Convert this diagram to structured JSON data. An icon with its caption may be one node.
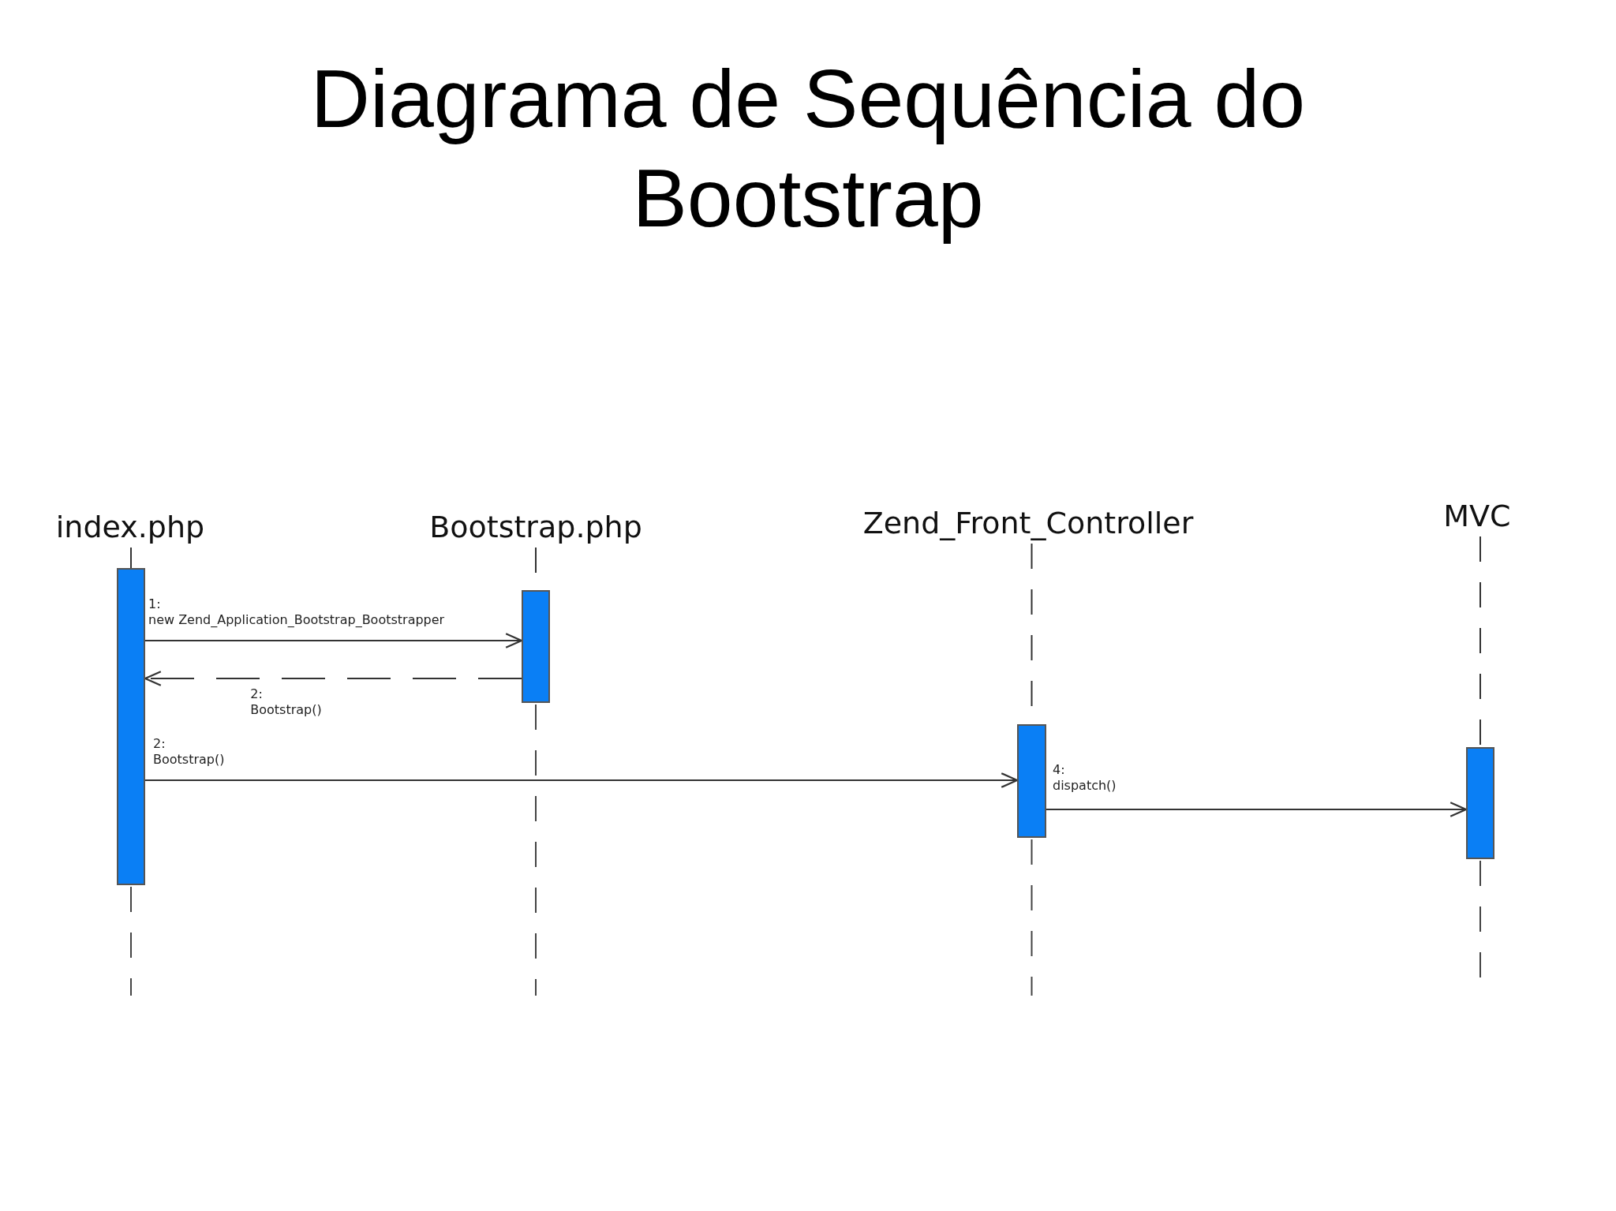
{
  "diagram": {
    "title": "Diagrama de Sequência do Bootstrap",
    "nodes": [
      {
        "text": [
          "index.php"
        ]
      },
      {
        "text": [
          "Bootstrap.php"
        ]
      },
      {
        "text": [
          "Zend_Front_Controller"
        ]
      },
      {
        "text": [
          "MVC"
        ]
      },
      {
        "text": [],
        "shape": "bar"
      },
      {
        "text": [],
        "shape": "bar"
      },
      {
        "text": [],
        "shape": "bar"
      },
      {
        "text": [],
        "shape": "bar"
      }
    ],
    "edges": [
      {
        "from": 0,
        "to": 4,
        "arrow": "none",
        "style": "dashed"
      },
      {
        "from": 1,
        "to": 5,
        "arrow": "none",
        "style": "dashed"
      },
      {
        "from": 2,
        "to": 6,
        "arrow": "none",
        "style": "dashed"
      },
      {
        "from": 3,
        "to": 7,
        "arrow": "none",
        "style": "dashed"
      },
      {
        "from": 4,
        "to": 5,
        "arrow": "to",
        "label": "1: new Zend_Application_Bootstrap_Bootstrapper"
      },
      {
        "from": 5,
        "to": 4,
        "arrow": "to",
        "style": "dashed",
        "label": "2: Bootstrap()"
      },
      {
        "from": 4,
        "to": 6,
        "arrow": "to",
        "label": "2: Bootstrap()"
      },
      {
        "from": 6,
        "to": 7,
        "arrow": "to",
        "label": "4: dispatch()"
      }
    ]
  }
}
